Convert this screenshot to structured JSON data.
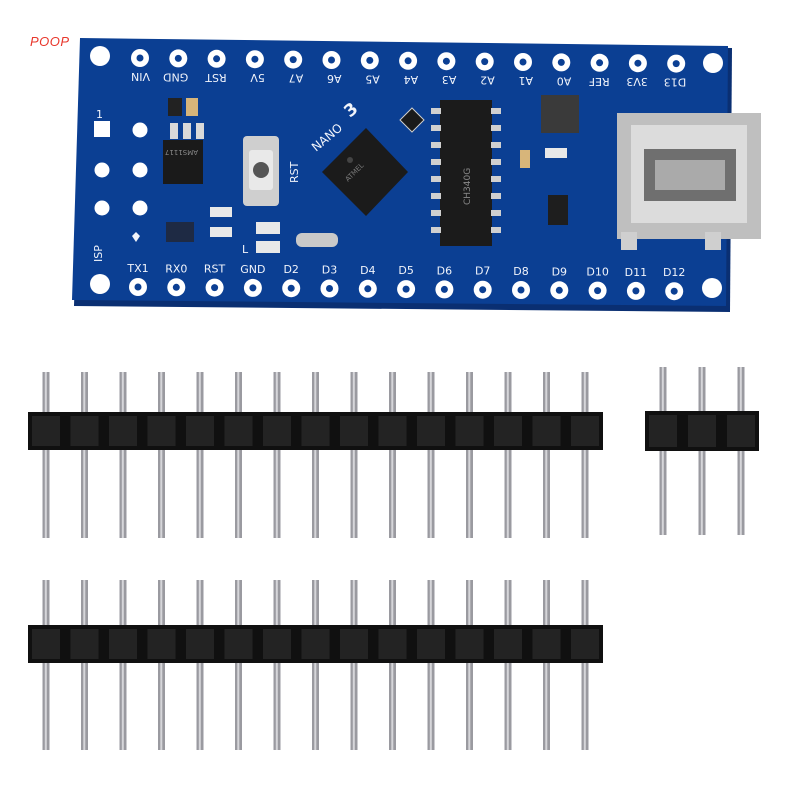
{
  "watermark": "POOP",
  "colors": {
    "pcb": "#0b3f93",
    "pcb_edge": "#0a2f72",
    "silk": "#f1f4fb",
    "pad": "#ffffff",
    "pin_metal": "#9a9aa0",
    "header_plastic": "#101010"
  },
  "board": {
    "model_label": "NANO",
    "model_number": "3",
    "top_pins": [
      "VIN",
      "GND",
      "RST",
      "5V",
      "A7",
      "A6",
      "A5",
      "A4",
      "A3",
      "A2",
      "A1",
      "A0",
      "REF",
      "3V3",
      "D13"
    ],
    "bottom_pins": [
      "TX1",
      "RX0",
      "RST",
      "GND",
      "D2",
      "D3",
      "D4",
      "D5",
      "D6",
      "D7",
      "D8",
      "D9",
      "D10",
      "D11",
      "D12"
    ],
    "side_labels": {
      "pin1": "1",
      "isp": "ISP",
      "rst_button": "RST",
      "led": "L"
    },
    "chip_label": "CH340G",
    "mcu_marking": "ATMEL",
    "regulator_marking": "AMS1117"
  },
  "headers": [
    {
      "name": "header-15-top",
      "pin_count": 15
    },
    {
      "name": "header-3",
      "pin_count": 3
    },
    {
      "name": "header-15-bottom",
      "pin_count": 15
    }
  ]
}
